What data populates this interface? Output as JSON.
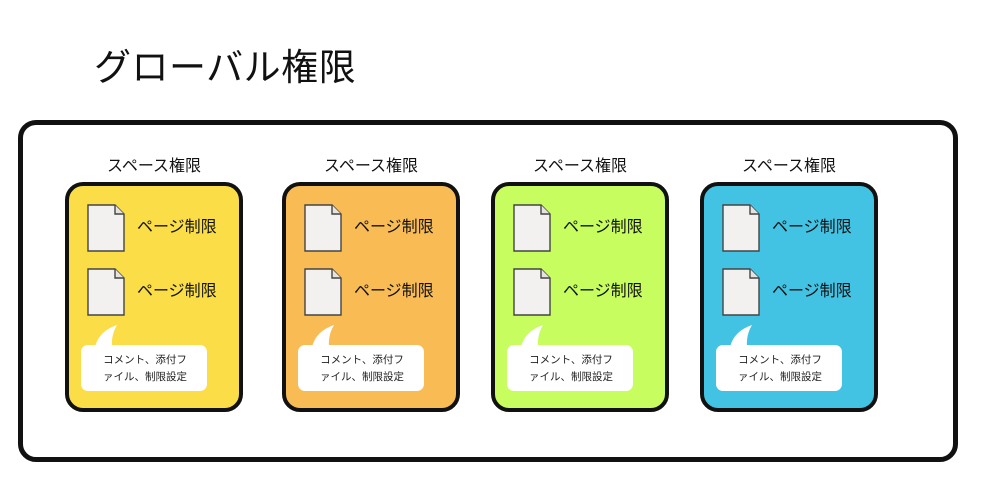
{
  "title": "グローバル権限",
  "spaces": [
    {
      "label": "スペース権限",
      "color": "#FBDE47",
      "pages": [
        "ページ制限",
        "ページ制限"
      ],
      "note": "コメント、添付フ\nァイル、制限設定"
    },
    {
      "label": "スペース権限",
      "color": "#F9BC55",
      "pages": [
        "ページ制限",
        "ページ制限"
      ],
      "note": "コメント、添付フ\nァイル、制限設定"
    },
    {
      "label": "スペース権限",
      "color": "#C7FD5F",
      "pages": [
        "ページ制限",
        "ページ制限"
      ],
      "note": "コメント、添付フ\nァイル、制限設定"
    },
    {
      "label": "スペース権限",
      "color": "#43C3E3",
      "pages": [
        "ページ制限",
        "ページ制限"
      ],
      "note": "コメント、添付フ\nァイル、制限設定"
    }
  ],
  "icons": {
    "page": "document-page-icon",
    "note": "speech-bubble-icon"
  }
}
